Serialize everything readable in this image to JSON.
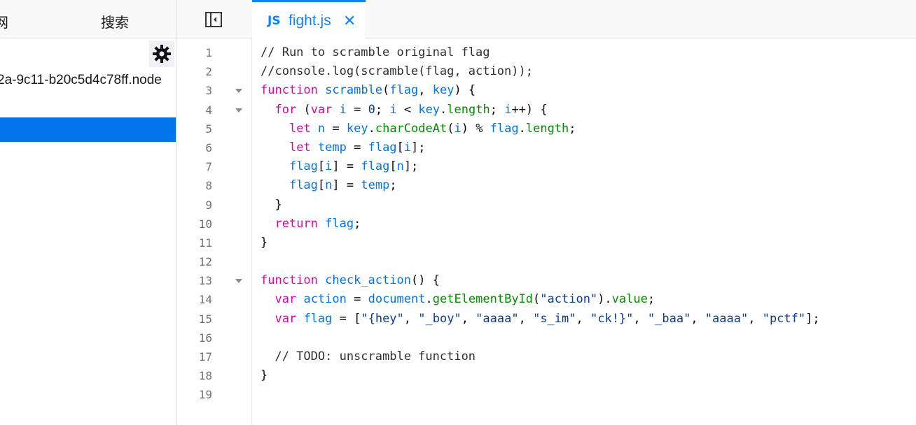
{
  "toolbar": {
    "left_tabs": [
      "网",
      "搜索"
    ],
    "file_tab": {
      "type_badge": "JS",
      "name": "fight.js",
      "close": "✕"
    }
  },
  "sidebar": {
    "source_item": "2a-9c11-b20c5d4c78ff.node"
  },
  "colors": {
    "accent": "#0a84ff",
    "selection": "#0074e8",
    "keyword": "#dd00a9",
    "identifier": "#0074e8",
    "property": "#058b00",
    "string": "#0b3d91"
  },
  "editor": {
    "fold_lines": [
      3,
      4,
      13
    ],
    "lines": [
      {
        "n": "1",
        "parts": [
          {
            "c": "cm",
            "t": "// Run to scramble original flag"
          }
        ]
      },
      {
        "n": "2",
        "parts": [
          {
            "c": "cm",
            "t": "//console.log(scramble(flag, action));"
          }
        ]
      },
      {
        "n": "3",
        "parts": [
          {
            "c": "kw",
            "t": "function"
          },
          {
            "c": "pl",
            "t": " "
          },
          {
            "c": "id",
            "t": "scramble"
          },
          {
            "c": "pl",
            "t": "("
          },
          {
            "c": "id",
            "t": "flag"
          },
          {
            "c": "pl",
            "t": ", "
          },
          {
            "c": "id",
            "t": "key"
          },
          {
            "c": "pl",
            "t": ") {"
          }
        ]
      },
      {
        "n": "4",
        "parts": [
          {
            "c": "pl",
            "t": "  "
          },
          {
            "c": "kw",
            "t": "for"
          },
          {
            "c": "pl",
            "t": " ("
          },
          {
            "c": "kw",
            "t": "var"
          },
          {
            "c": "pl",
            "t": " "
          },
          {
            "c": "id",
            "t": "i"
          },
          {
            "c": "pl",
            "t": " = "
          },
          {
            "c": "st",
            "t": "0"
          },
          {
            "c": "pl",
            "t": "; "
          },
          {
            "c": "id",
            "t": "i"
          },
          {
            "c": "pl",
            "t": " < "
          },
          {
            "c": "id",
            "t": "key"
          },
          {
            "c": "pl",
            "t": "."
          },
          {
            "c": "pr",
            "t": "length"
          },
          {
            "c": "pl",
            "t": "; "
          },
          {
            "c": "id",
            "t": "i"
          },
          {
            "c": "pl",
            "t": "++) {"
          }
        ]
      },
      {
        "n": "5",
        "parts": [
          {
            "c": "pl",
            "t": "    "
          },
          {
            "c": "kw",
            "t": "let"
          },
          {
            "c": "pl",
            "t": " "
          },
          {
            "c": "id",
            "t": "n"
          },
          {
            "c": "pl",
            "t": " = "
          },
          {
            "c": "id",
            "t": "key"
          },
          {
            "c": "pl",
            "t": "."
          },
          {
            "c": "pr",
            "t": "charCodeAt"
          },
          {
            "c": "pl",
            "t": "("
          },
          {
            "c": "id",
            "t": "i"
          },
          {
            "c": "pl",
            "t": ") % "
          },
          {
            "c": "id",
            "t": "flag"
          },
          {
            "c": "pl",
            "t": "."
          },
          {
            "c": "pr",
            "t": "length"
          },
          {
            "c": "pl",
            "t": ";"
          }
        ]
      },
      {
        "n": "6",
        "parts": [
          {
            "c": "pl",
            "t": "    "
          },
          {
            "c": "kw",
            "t": "let"
          },
          {
            "c": "pl",
            "t": " "
          },
          {
            "c": "id",
            "t": "temp"
          },
          {
            "c": "pl",
            "t": " = "
          },
          {
            "c": "id",
            "t": "flag"
          },
          {
            "c": "pl",
            "t": "["
          },
          {
            "c": "id",
            "t": "i"
          },
          {
            "c": "pl",
            "t": "];"
          }
        ]
      },
      {
        "n": "7",
        "parts": [
          {
            "c": "pl",
            "t": "    "
          },
          {
            "c": "id",
            "t": "flag"
          },
          {
            "c": "pl",
            "t": "["
          },
          {
            "c": "id",
            "t": "i"
          },
          {
            "c": "pl",
            "t": "] = "
          },
          {
            "c": "id",
            "t": "flag"
          },
          {
            "c": "pl",
            "t": "["
          },
          {
            "c": "id",
            "t": "n"
          },
          {
            "c": "pl",
            "t": "];"
          }
        ]
      },
      {
        "n": "8",
        "parts": [
          {
            "c": "pl",
            "t": "    "
          },
          {
            "c": "id",
            "t": "flag"
          },
          {
            "c": "pl",
            "t": "["
          },
          {
            "c": "id",
            "t": "n"
          },
          {
            "c": "pl",
            "t": "] = "
          },
          {
            "c": "id",
            "t": "temp"
          },
          {
            "c": "pl",
            "t": ";"
          }
        ]
      },
      {
        "n": "9",
        "parts": [
          {
            "c": "pl",
            "t": "  }"
          }
        ]
      },
      {
        "n": "10",
        "parts": [
          {
            "c": "pl",
            "t": "  "
          },
          {
            "c": "kw",
            "t": "return"
          },
          {
            "c": "pl",
            "t": " "
          },
          {
            "c": "id",
            "t": "flag"
          },
          {
            "c": "pl",
            "t": ";"
          }
        ]
      },
      {
        "n": "11",
        "parts": [
          {
            "c": "pl",
            "t": "}"
          }
        ]
      },
      {
        "n": "12",
        "parts": []
      },
      {
        "n": "13",
        "parts": [
          {
            "c": "kw",
            "t": "function"
          },
          {
            "c": "pl",
            "t": " "
          },
          {
            "c": "id",
            "t": "check_action"
          },
          {
            "c": "pl",
            "t": "() {"
          }
        ]
      },
      {
        "n": "14",
        "parts": [
          {
            "c": "pl",
            "t": "  "
          },
          {
            "c": "kw",
            "t": "var"
          },
          {
            "c": "pl",
            "t": " "
          },
          {
            "c": "id",
            "t": "action"
          },
          {
            "c": "pl",
            "t": " = "
          },
          {
            "c": "id",
            "t": "document"
          },
          {
            "c": "pl",
            "t": "."
          },
          {
            "c": "pr",
            "t": "getElementById"
          },
          {
            "c": "pl",
            "t": "("
          },
          {
            "c": "st",
            "t": "\"action\""
          },
          {
            "c": "pl",
            "t": ")."
          },
          {
            "c": "pr",
            "t": "value"
          },
          {
            "c": "pl",
            "t": ";"
          }
        ]
      },
      {
        "n": "15",
        "parts": [
          {
            "c": "pl",
            "t": "  "
          },
          {
            "c": "kw",
            "t": "var"
          },
          {
            "c": "pl",
            "t": " "
          },
          {
            "c": "id",
            "t": "flag"
          },
          {
            "c": "pl",
            "t": " = ["
          },
          {
            "c": "st",
            "t": "\"{hey\""
          },
          {
            "c": "pl",
            "t": ", "
          },
          {
            "c": "st",
            "t": "\"_boy\""
          },
          {
            "c": "pl",
            "t": ", "
          },
          {
            "c": "st",
            "t": "\"aaaa\""
          },
          {
            "c": "pl",
            "t": ", "
          },
          {
            "c": "st",
            "t": "\"s_im\""
          },
          {
            "c": "pl",
            "t": ", "
          },
          {
            "c": "st",
            "t": "\"ck!}\""
          },
          {
            "c": "pl",
            "t": ", "
          },
          {
            "c": "st",
            "t": "\"_baa\""
          },
          {
            "c": "pl",
            "t": ", "
          },
          {
            "c": "st",
            "t": "\"aaaa\""
          },
          {
            "c": "pl",
            "t": ", "
          },
          {
            "c": "st",
            "t": "\"pctf\""
          },
          {
            "c": "pl",
            "t": "];"
          }
        ]
      },
      {
        "n": "16",
        "parts": []
      },
      {
        "n": "17",
        "parts": [
          {
            "c": "cm",
            "t": "  // TODO: unscramble function"
          }
        ]
      },
      {
        "n": "18",
        "parts": [
          {
            "c": "pl",
            "t": "}"
          }
        ]
      },
      {
        "n": "19",
        "parts": []
      }
    ]
  }
}
